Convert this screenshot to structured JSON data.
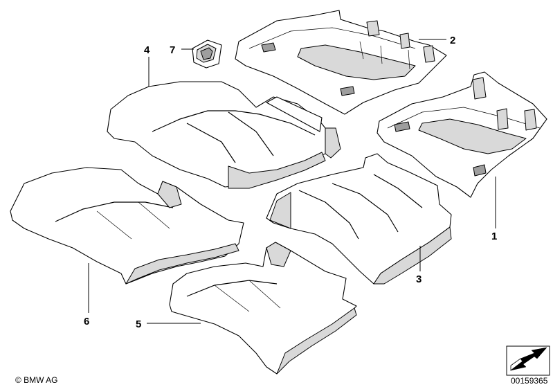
{
  "callouts": {
    "c1": "1",
    "c2": "2",
    "c3": "3",
    "c4": "4",
    "c5": "5",
    "c6": "6",
    "c7": "7"
  },
  "footer": {
    "copyright": "© BMW AG",
    "image_number": "00159365"
  },
  "colors": {
    "line": "#000000",
    "shade": "#d9d9d9",
    "dark_shade": "#9e9e9e",
    "background": "#ffffff"
  },
  "icons": {
    "direction_arrow": "front-direction-arrow-icon"
  }
}
